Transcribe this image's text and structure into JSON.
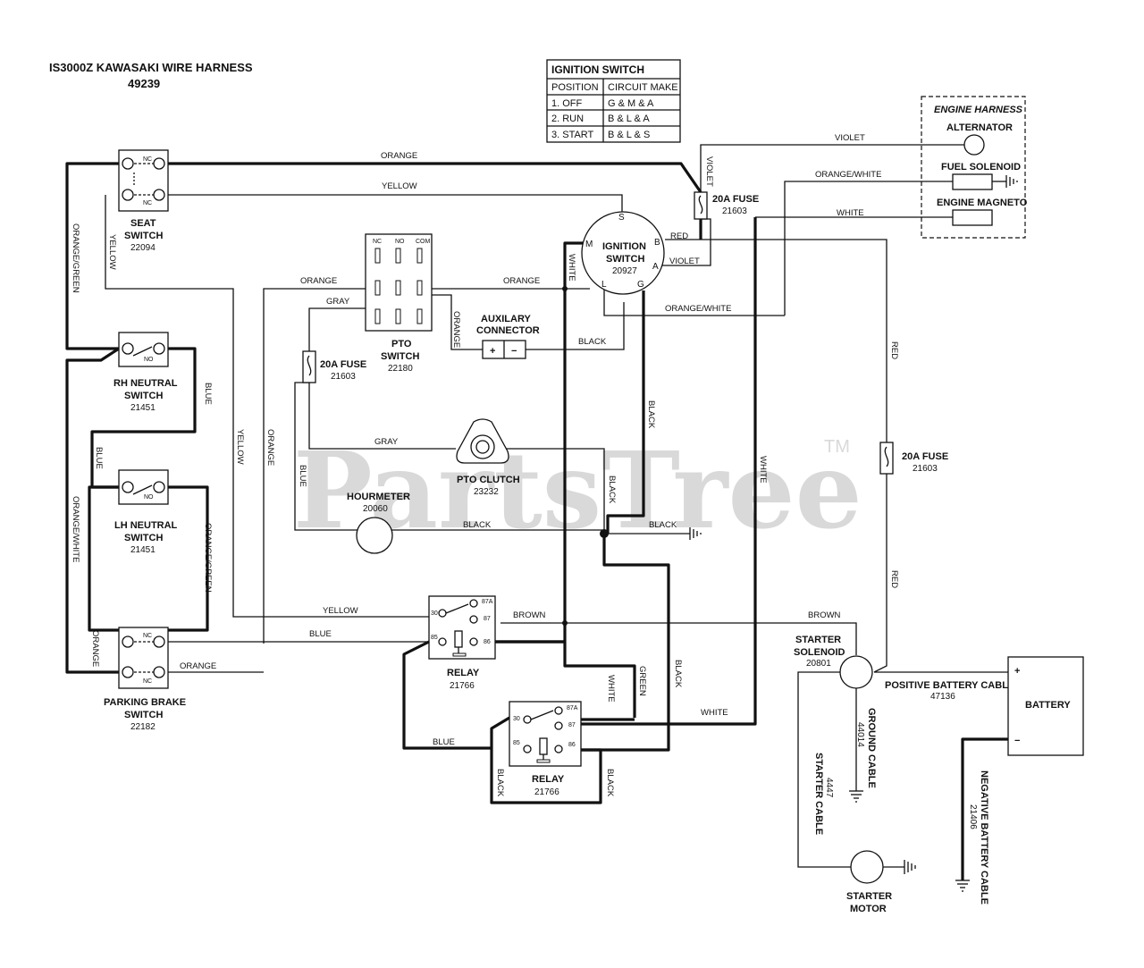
{
  "header": {
    "title": "IS3000Z KAWASAKI WIRE HARNESS",
    "part_number": "49239"
  },
  "watermark": {
    "brand": "PartsTree",
    "tm": "TM"
  },
  "ignition_table": {
    "title": "IGNITION SWITCH",
    "headers": [
      "POSITION",
      "CIRCUIT MAKE"
    ],
    "rows": [
      [
        "1. OFF",
        "G & M & A"
      ],
      [
        "2. RUN",
        "B & L & A"
      ],
      [
        "3. START",
        "B & L & S"
      ]
    ]
  },
  "engine_harness": {
    "title": "ENGINE HARNESS",
    "alternator": "ALTERNATOR",
    "fuel_solenoid": "FUEL SOLENOID",
    "engine_magneto": "ENGINE MAGNETO"
  },
  "components": {
    "seat_switch": {
      "name1": "SEAT",
      "name2": "SWITCH",
      "part": "22094",
      "nc1": "NC",
      "nc2": "NC"
    },
    "rh_neutral": {
      "name1": "RH NEUTRAL",
      "name2": "SWITCH",
      "part": "21451",
      "contact": "NO"
    },
    "lh_neutral": {
      "name1": "LH NEUTRAL",
      "name2": "SWITCH",
      "part": "21451",
      "contact": "NO"
    },
    "parking_brake": {
      "name1": "PARKING BRAKE",
      "name2": "SWITCH",
      "part": "22182",
      "nc1": "NC",
      "nc2": "NC"
    },
    "pto_switch": {
      "name1": "PTO",
      "name2": "SWITCH",
      "part": "22180",
      "nc": "NC",
      "no": "NO",
      "com": "COM"
    },
    "fuse_left": {
      "name": "20A FUSE",
      "part": "21603"
    },
    "fuse_top": {
      "name": "20A FUSE",
      "part": "21603"
    },
    "fuse_right": {
      "name": "20A FUSE",
      "part": "21603"
    },
    "ignition_switch": {
      "name1": "IGNITION",
      "name2": "SWITCH",
      "part": "20927",
      "s": "S",
      "m": "M",
      "b": "B",
      "a": "A",
      "l": "L",
      "g": "G"
    },
    "aux_connector": {
      "name1": "AUXILARY",
      "name2": "CONNECTOR",
      "plus": "+",
      "minus": "−"
    },
    "pto_clutch": {
      "name": "PTO CLUTCH",
      "part": "23232"
    },
    "hourmeter": {
      "name": "HOURMETER",
      "part": "20060"
    },
    "relay1": {
      "name": "RELAY",
      "part": "21766",
      "t30": "30",
      "t87a": "87A",
      "t87": "87",
      "t85": "85",
      "t86": "86"
    },
    "relay2": {
      "name": "RELAY",
      "part": "21766",
      "t30": "30",
      "t87a": "87A",
      "t87": "87",
      "t85": "85",
      "t86": "86"
    },
    "starter_solenoid": {
      "name1": "STARTER",
      "name2": "SOLENOID",
      "part": "20801"
    },
    "positive_cable": {
      "name": "POSITIVE BATTERY CABLE",
      "part": "47136"
    },
    "battery": {
      "name": "BATTERY",
      "plus": "+",
      "minus": "−"
    },
    "ground_cable": {
      "name": "GROUND CABLE",
      "part": "44014"
    },
    "starter_cable": {
      "name": "STARTER CABLE",
      "part": "4447"
    },
    "negative_cable": {
      "name": "NEGATIVE BATTERY CABLE",
      "part": "21406"
    },
    "starter_motor": {
      "name1": "STARTER",
      "name2": "MOTOR"
    }
  },
  "wire_labels": {
    "orange_top": "ORANGE",
    "yellow_top": "YELLOW",
    "violet": "VIOLET",
    "violet_v": "VIOLET",
    "orange_white_top": "ORANGE/WHITE",
    "white_top": "WHITE",
    "red_ign": "RED",
    "violet_ft": "VIOLET",
    "orange_pto_l": "ORANGE",
    "orange_pto_r": "ORANGE",
    "gray_pto": "GRAY",
    "orange_pto_v": "ORANGE",
    "white_v1": "WHITE",
    "orange_white_mid": "ORANGE/WHITE",
    "black_aux": "BLACK",
    "black_v1": "BLACK",
    "red_v1": "RED",
    "orange_green_v": "ORANGE/GREEN",
    "yellow_v1": "YELLOW",
    "blue_rh": "BLUE",
    "yellow_v2": "YELLOW",
    "orange_v2": "ORANGE",
    "gray_mid": "GRAY",
    "black_clutch": "BLACK",
    "white_v2": "WHITE",
    "blue_v_hm": "BLUE",
    "black_hm": "BLACK",
    "black_gnd": "BLACK",
    "blue_lh": "BLUE",
    "orange_white_v": "ORANGE/WHITE",
    "orange_green_v2": "ORANGE/GREEN",
    "red_v2": "RED",
    "yellow_relay": "YELLOW",
    "brown_relay": "BROWN",
    "brown_sol": "BROWN",
    "blue_relay": "BLUE",
    "orange_pb": "ORANGE",
    "orange_pb_v": "ORANGE",
    "white_relay2": "WHITE",
    "green_relay": "GREEN",
    "black_relay": "BLACK",
    "white_bottom": "WHITE",
    "blue_bottom": "BLUE",
    "black_r2_l": "BLACK",
    "black_r2_r": "BLACK"
  }
}
